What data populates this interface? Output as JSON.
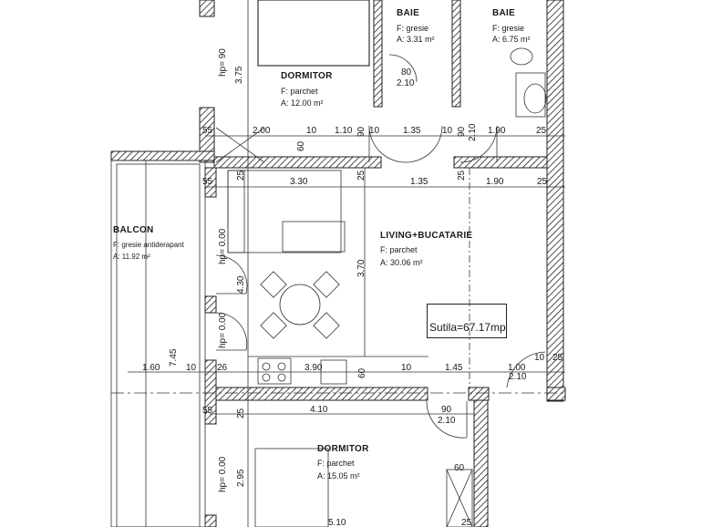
{
  "rooms": {
    "dormitor_top": {
      "name": "DORMITOR",
      "floor": "F: parchet",
      "area": "A: 12.00 m²"
    },
    "baie_1": {
      "name": "BAIE",
      "floor": "F: gresie",
      "area": "A: 3.31 m²"
    },
    "baie_2": {
      "name": "BAIE",
      "floor": "F: gresie",
      "area": "A: 6.75 m²"
    },
    "balcon": {
      "name": "BALCON",
      "floor": "F: gresie antiderapant",
      "area": "A: 11.92 m²"
    },
    "living": {
      "name": "LIVING+BUCATARIE",
      "floor": "F: parchet",
      "area": "A: 30.06 m²"
    },
    "dormitor_bottom": {
      "name": "DORMITOR",
      "floor": "F: parchet",
      "area": "A: 15.05 m²"
    }
  },
  "total_area": "Sutila=67.17mp",
  "dimensions": [
    "3.75",
    "hp= 90",
    "2.00",
    "60",
    "10",
    "1.10",
    "90",
    "10",
    "1.35",
    "10",
    "90",
    "2.10",
    "1.90",
    "25",
    "55",
    "80",
    "2.10",
    "25",
    "3.30",
    "25",
    "1.35",
    "25",
    "1.90",
    "25",
    "55",
    "hp= 0.00",
    "4.30",
    "3.70",
    "hp= 0.00",
    "7.45",
    "1.60",
    "10",
    "26",
    "3.90",
    "60",
    "10",
    "1.45",
    "1.00",
    "2.10",
    "10",
    "25",
    "25",
    "55",
    "4.10",
    "90",
    "2.10",
    "60",
    "hp= 0.00",
    "2.95",
    "5.10",
    "25"
  ]
}
